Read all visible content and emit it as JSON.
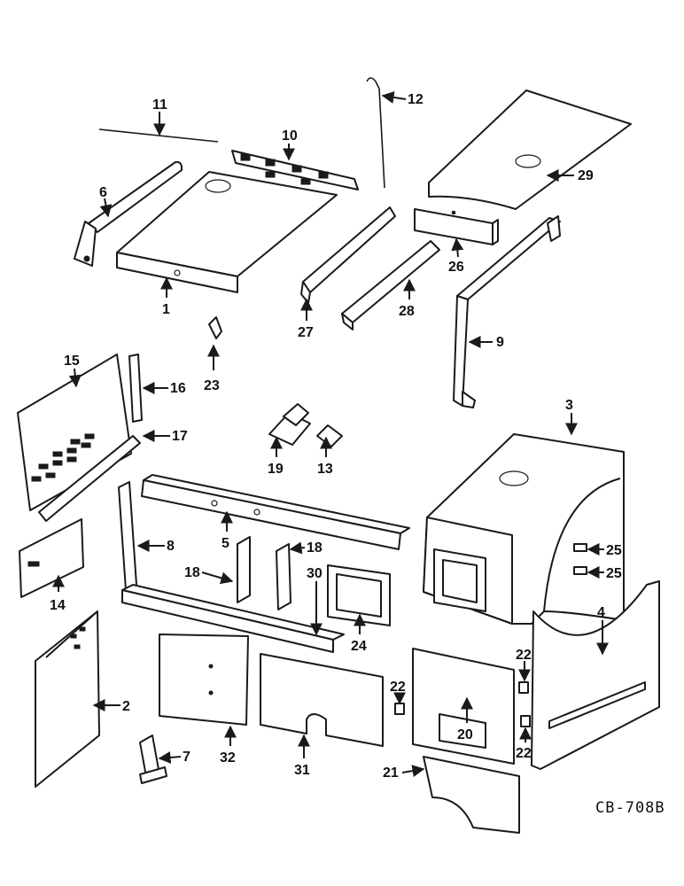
{
  "callouts": {
    "c1": "1",
    "c2": "2",
    "c3": "3",
    "c4": "4",
    "c5": "5",
    "c6": "6",
    "c7": "7",
    "c8": "8",
    "c9": "9",
    "c10": "10",
    "c11": "11",
    "c12": "12",
    "c13": "13",
    "c14": "14",
    "c15": "15",
    "c16": "16",
    "c17": "17",
    "c18a": "18",
    "c18b": "18",
    "c19": "19",
    "c20": "20",
    "c21": "21",
    "c22a": "22",
    "c22b": "22",
    "c22c": "22",
    "c23": "23",
    "c24": "24",
    "c25a": "25",
    "c25b": "25",
    "c26": "26",
    "c27": "27",
    "c28": "28",
    "c29": "29",
    "c30": "30",
    "c31": "31",
    "c32": "32"
  },
  "reference_code": "CB-708B",
  "colors": {
    "ink": "#1a1a1a",
    "paper": "#ffffff"
  }
}
